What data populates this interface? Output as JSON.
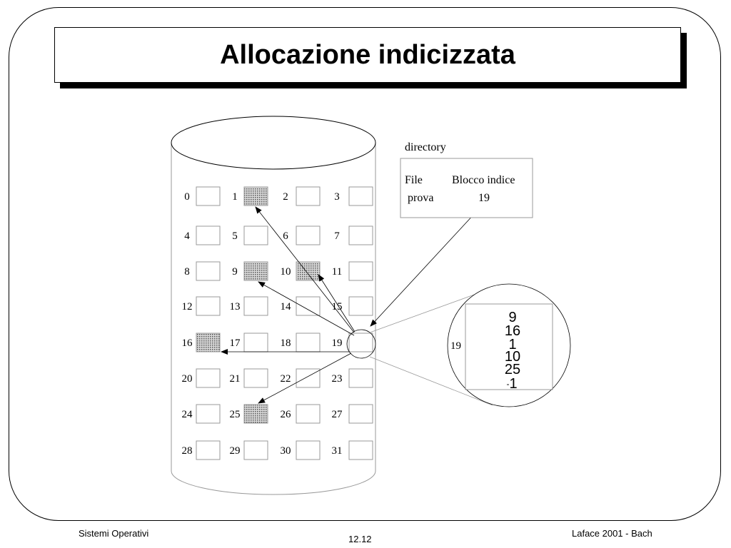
{
  "title": "Allocazione indicizzata",
  "directory": {
    "label": "directory",
    "header_file": "File",
    "header_block": "Blocco indice",
    "row_file": "prova",
    "row_block": "19"
  },
  "blocks": [
    "0",
    "1",
    "2",
    "3",
    "4",
    "5",
    "6",
    "7",
    "8",
    "9",
    "10",
    "11",
    "12",
    "13",
    "14",
    "15",
    "16",
    "17",
    "18",
    "19",
    "20",
    "21",
    "22",
    "23",
    "24",
    "25",
    "26",
    "27",
    "28",
    "29",
    "30",
    "31"
  ],
  "allocated_blocks": [
    "1",
    "9",
    "10",
    "16",
    "25"
  ],
  "index_block": {
    "label": "19",
    "entries": [
      "9",
      "16",
      "1",
      "10",
      "25"
    ],
    "last_prefix": "-",
    "last_value": "1"
  },
  "footer": {
    "left": "Sistemi Operativi",
    "center": "12.12",
    "right": "Laface 2001 - Bach"
  },
  "colors": {
    "fill_allocated": "#b5b5b5",
    "line": "#000000",
    "light_line": "#999999"
  }
}
